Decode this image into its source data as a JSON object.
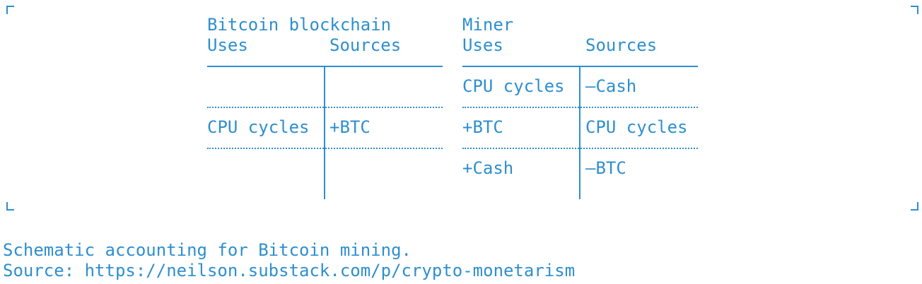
{
  "blockchain": {
    "title": "Bitcoin blockchain",
    "uses_header": "Uses",
    "sources_header": "Sources",
    "rows": [
      {
        "uses": "",
        "sources": ""
      },
      {
        "uses": "CPU cycles",
        "sources": "+BTC"
      },
      {
        "uses": "",
        "sources": ""
      }
    ]
  },
  "miner": {
    "title": "Miner",
    "uses_header": "Uses",
    "sources_header": "Sources",
    "rows": [
      {
        "uses": "CPU cycles",
        "sources": "–Cash"
      },
      {
        "uses": "+BTC",
        "sources": "CPU cycles"
      },
      {
        "uses": "+Cash",
        "sources": "–BTC"
      }
    ]
  },
  "caption": {
    "line1": "Schematic accounting for Bitcoin mining.",
    "line2": "Source: https://neilson.substack.com/p/crypto-monetarism"
  }
}
